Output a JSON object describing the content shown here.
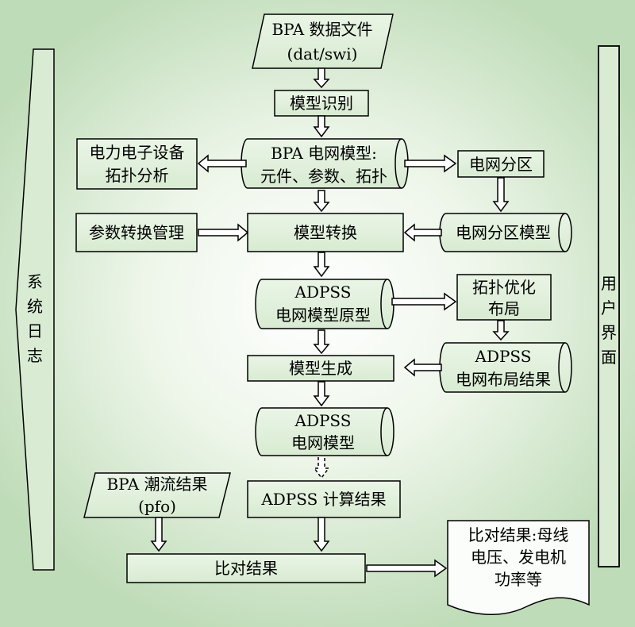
{
  "left_panel": {
    "label": "系\n统\n日\n志"
  },
  "right_panel": {
    "label": "用\n户\n界\n面"
  },
  "nodes": {
    "bpa_data_file": {
      "line1": "BPA 数据文件",
      "line2": "(dat/swi)"
    },
    "model_recognition": {
      "label": "模型识别"
    },
    "power_electronics": {
      "line1": "电力电子设备",
      "line2": "拓扑分析"
    },
    "bpa_grid_model": {
      "line1": "BPA 电网模型:",
      "line2": "元件、参数、拓扑"
    },
    "grid_partition": {
      "label": "电网分区"
    },
    "param_conversion": {
      "label": "参数转换管理"
    },
    "model_conversion": {
      "label": "模型转换"
    },
    "grid_partition_model": {
      "label": "电网分区模型"
    },
    "adpss_prototype": {
      "line1": "ADPSS",
      "line2": "电网模型原型"
    },
    "topology_opt": {
      "line1": "拓扑优化",
      "line2": "布局"
    },
    "model_generation": {
      "label": "模型生成"
    },
    "adpss_layout": {
      "line1": "ADPSS",
      "line2": "电网布局结果"
    },
    "adpss_model": {
      "line1": "ADPSS",
      "line2": "电网模型"
    },
    "bpa_flow": {
      "line1": "BPA 潮流结果",
      "line2": "(pfo)"
    },
    "adpss_calc": {
      "label": "ADPSS 计算结果"
    },
    "compare_result": {
      "label": "比对结果"
    },
    "compare_doc": {
      "line1": "比对结果:母线",
      "line2": "电压、发电机",
      "line3": "功率等"
    }
  }
}
